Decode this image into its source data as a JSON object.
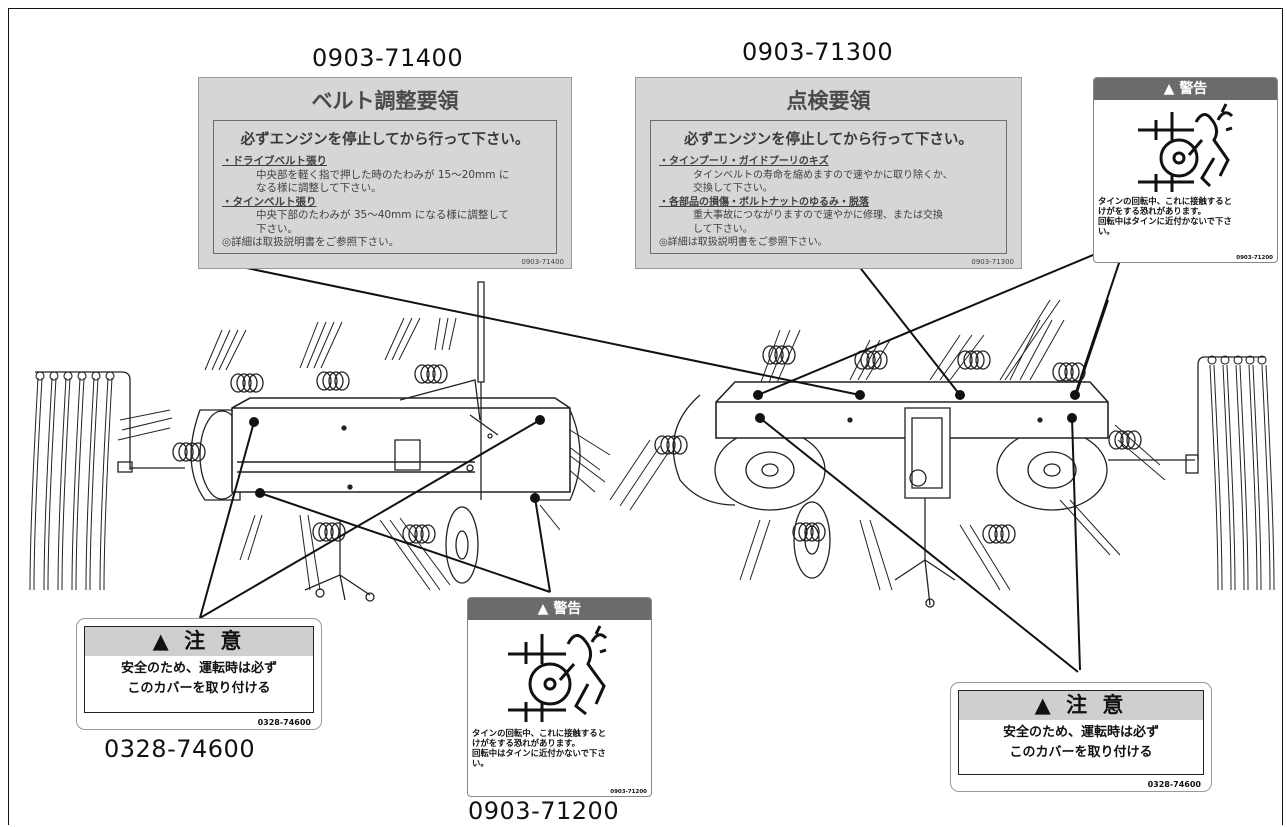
{
  "part_numbers": {
    "top_left": "0903-71400",
    "top_middle": "0903-71300",
    "bottom_left": "0328-74600",
    "bottom_middle": "0903-71200"
  },
  "belt_label": {
    "title": "ベルト調整要領",
    "lead": "必ずエンジンを停止してから行って下さい。",
    "item1_heading": "・ドライブベルト張り",
    "item1_line1": "中央部を軽く指で押した時のたわみが 15～20mm に",
    "item1_line2": "なる様に調整して下さい。",
    "item2_heading": "・タインベルト張り",
    "item2_line1": "中央下部のたわみが 35～40mm になる様に調整して",
    "item2_line2": "下さい。",
    "note": "◎詳細は取扱説明書をご参照下さい。",
    "code": "0903-71400"
  },
  "inspect_label": {
    "title": "点検要領",
    "lead": "必ずエンジンを停止してから行って下さい。",
    "item1_heading": "・タインプーリ・ガイドプーリのキズ",
    "item1_line1": "タインベルトの寿命を縮めますので速やかに取り除くか、",
    "item1_line2": "交換して下さい。",
    "item2_heading": "・各部品の損傷・ボルトナットのゆるみ・脱落",
    "item2_line1": "重大事故につながりますので速やかに修理、または交換",
    "item2_line2": "して下さい。",
    "note": "◎詳細は取扱説明書をご参照下さい。",
    "code": "0903-71300"
  },
  "warning_label": {
    "header": "▲ 警告",
    "line1": "タインの回転中、これに接触すると",
    "line2": "けがをする恐れがあります。",
    "line3": "回転中はタインに近付かないで下さ",
    "line4": "い。",
    "code": "0903-71200"
  },
  "caution_label": {
    "header": "▲ 注 意",
    "line1": "安全のため、運転時は必ず",
    "line2": "このカバーを取り付ける",
    "code": "0328-74600"
  },
  "colors": {
    "label_grey": "#d6d6d6",
    "header_grey": "#6b6b6b",
    "line": "#111111"
  }
}
